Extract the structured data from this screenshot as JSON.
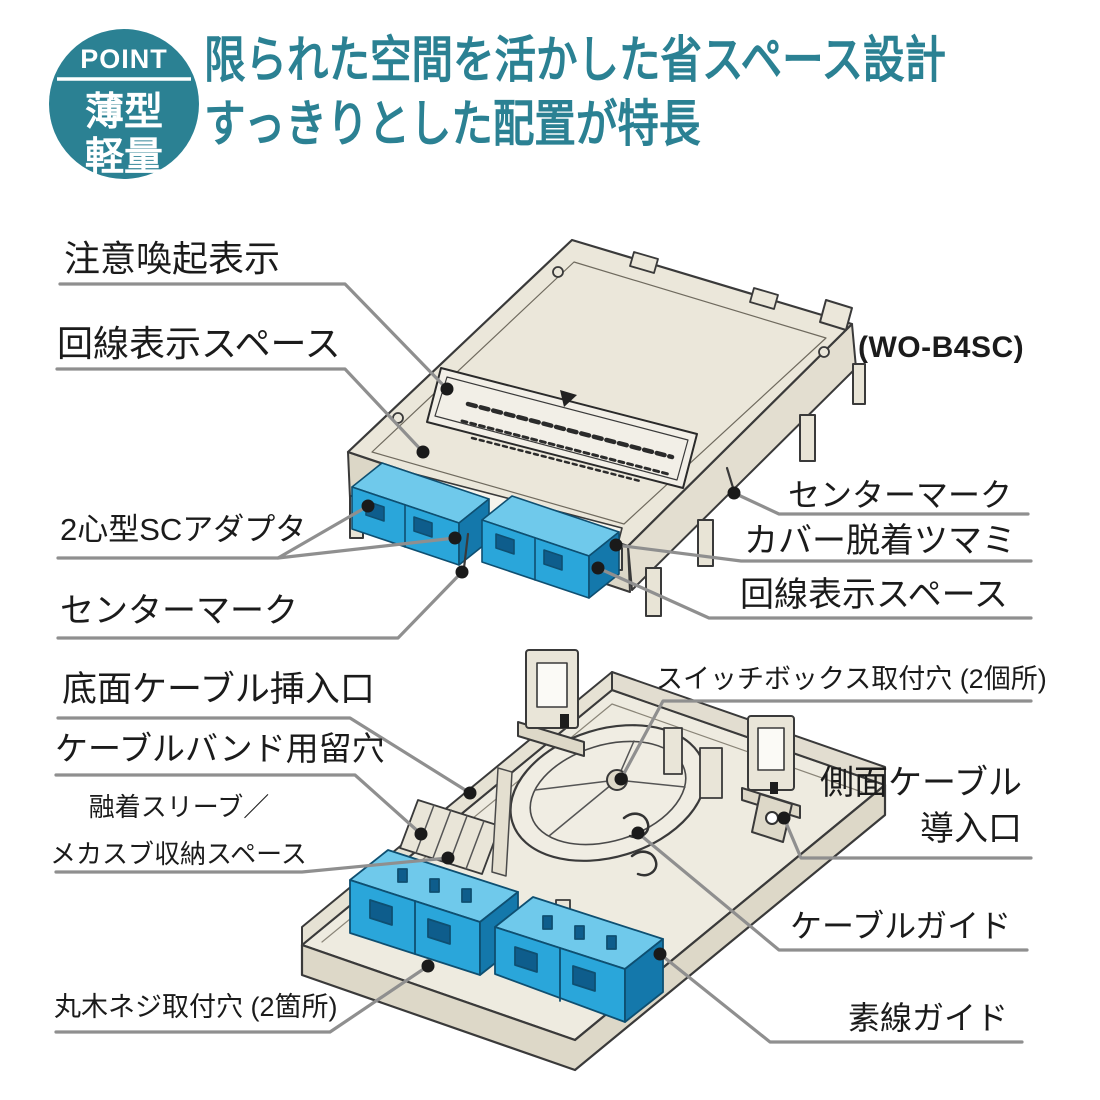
{
  "badge": {
    "label": "POINT",
    "line1": "薄型",
    "line2": "軽量"
  },
  "heading": {
    "line1": "限られた空間を活かした省スペース設計",
    "line2": "すっきりとした配置が特長"
  },
  "model_label": "(WO-B4SC)",
  "top_diagram": {
    "description": "closed fiber termination box, isometric view",
    "callouts": {
      "caution": "注意喚起表示",
      "line_space_left": "回線表示スペース",
      "sc_adapter": "2心型SCアダプタ",
      "center_mark_left": "センターマーク",
      "center_mark_right": "センターマーク",
      "cover_knob": "カバー脱着ツマミ",
      "line_space_right": "回線表示スペース"
    }
  },
  "bottom_diagram": {
    "description": "open fiber termination box interior, isometric view",
    "callouts": {
      "switch_box_holes": "スイッチボックス取付穴 (2個所)",
      "bottom_cable_entry": "底面ケーブル挿入口",
      "cable_band_hole": "ケーブルバンド用留穴",
      "splice_line1": "融着スリーブ／",
      "splice_line2": "メカスブ収納スペース",
      "side_cable_line1": "側面ケーブル",
      "side_cable_line2": "導入口",
      "cable_guide": "ケーブルガイド",
      "strand_guide": "素線ガイド",
      "wood_screw_holes": "丸木ネジ取付穴 (2箇所)"
    }
  },
  "colors": {
    "accent_teal": "#2b8193",
    "adapter_blue": "#2aa6da",
    "adapter_blue_top": "#6fc9eb",
    "adapter_blue_side": "#1478ab",
    "body_beige": "#ebe7da",
    "wall_beige": "#dcd7c7",
    "leader_gray": "#8f8f8f",
    "label_text": "#1b1b1b"
  }
}
